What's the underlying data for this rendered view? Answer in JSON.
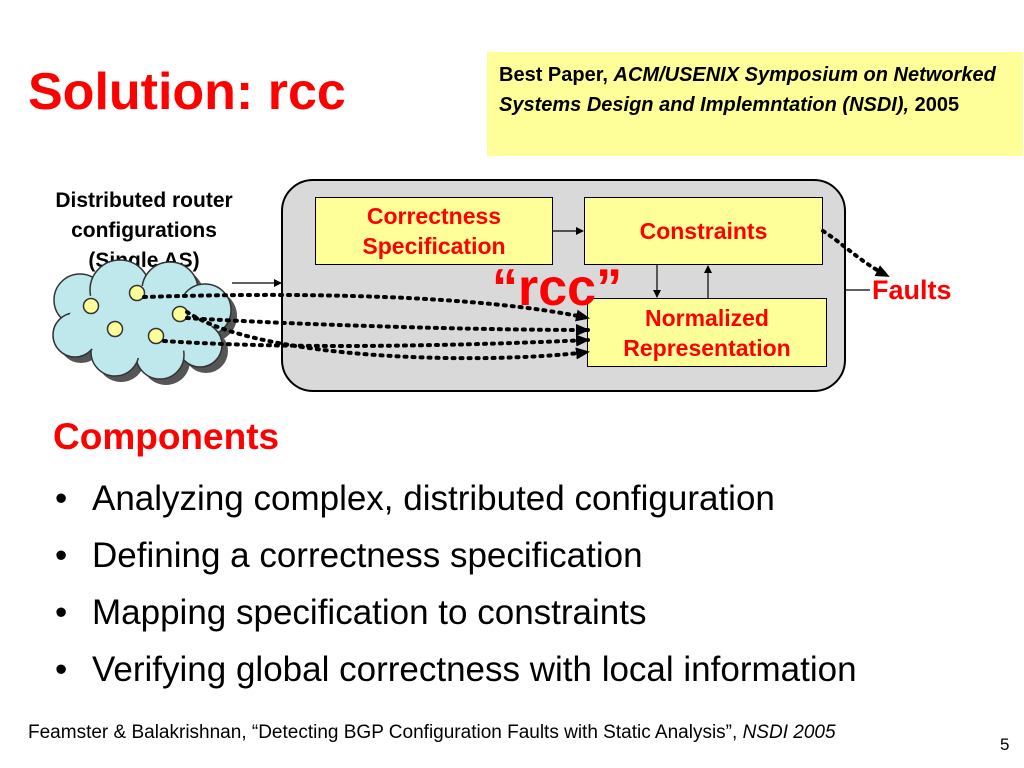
{
  "slide": {
    "title": "Solution: rcc",
    "page_number": "5"
  },
  "award": {
    "prefix": "Best Paper, ",
    "venue": "ACM/USENIX Symposium on Networked Systems Design and Implemntation (NSDI),",
    "year": " 2005"
  },
  "diagram": {
    "input_label_line1": "Distributed router",
    "input_label_line2": "configurations",
    "input_label_line3": "(Single AS)",
    "spec_line1": "Correctness",
    "spec_line2": "Specification",
    "constraints": "Constraints",
    "norm_line1": "Normalized",
    "norm_line2": "Representation",
    "rcc": "“rcc”",
    "faults": "Faults",
    "colors": {
      "panel": "#d9d9d9",
      "box_fill": "#ffff99",
      "cloud": "#bfe8ec",
      "router_node": "#ffff99",
      "accent_red": "#ff0000"
    }
  },
  "components": {
    "heading": "Components",
    "items": [
      "Analyzing complex, distributed configuration",
      "Defining a correctness specification",
      "Mapping specification to constraints",
      "Verifying global correctness with local information"
    ]
  },
  "citation": {
    "text": "Feamster & Balakrishnan, “Detecting BGP Configuration Faults with Static Analysis”, ",
    "venue": "NSDI 2005"
  }
}
